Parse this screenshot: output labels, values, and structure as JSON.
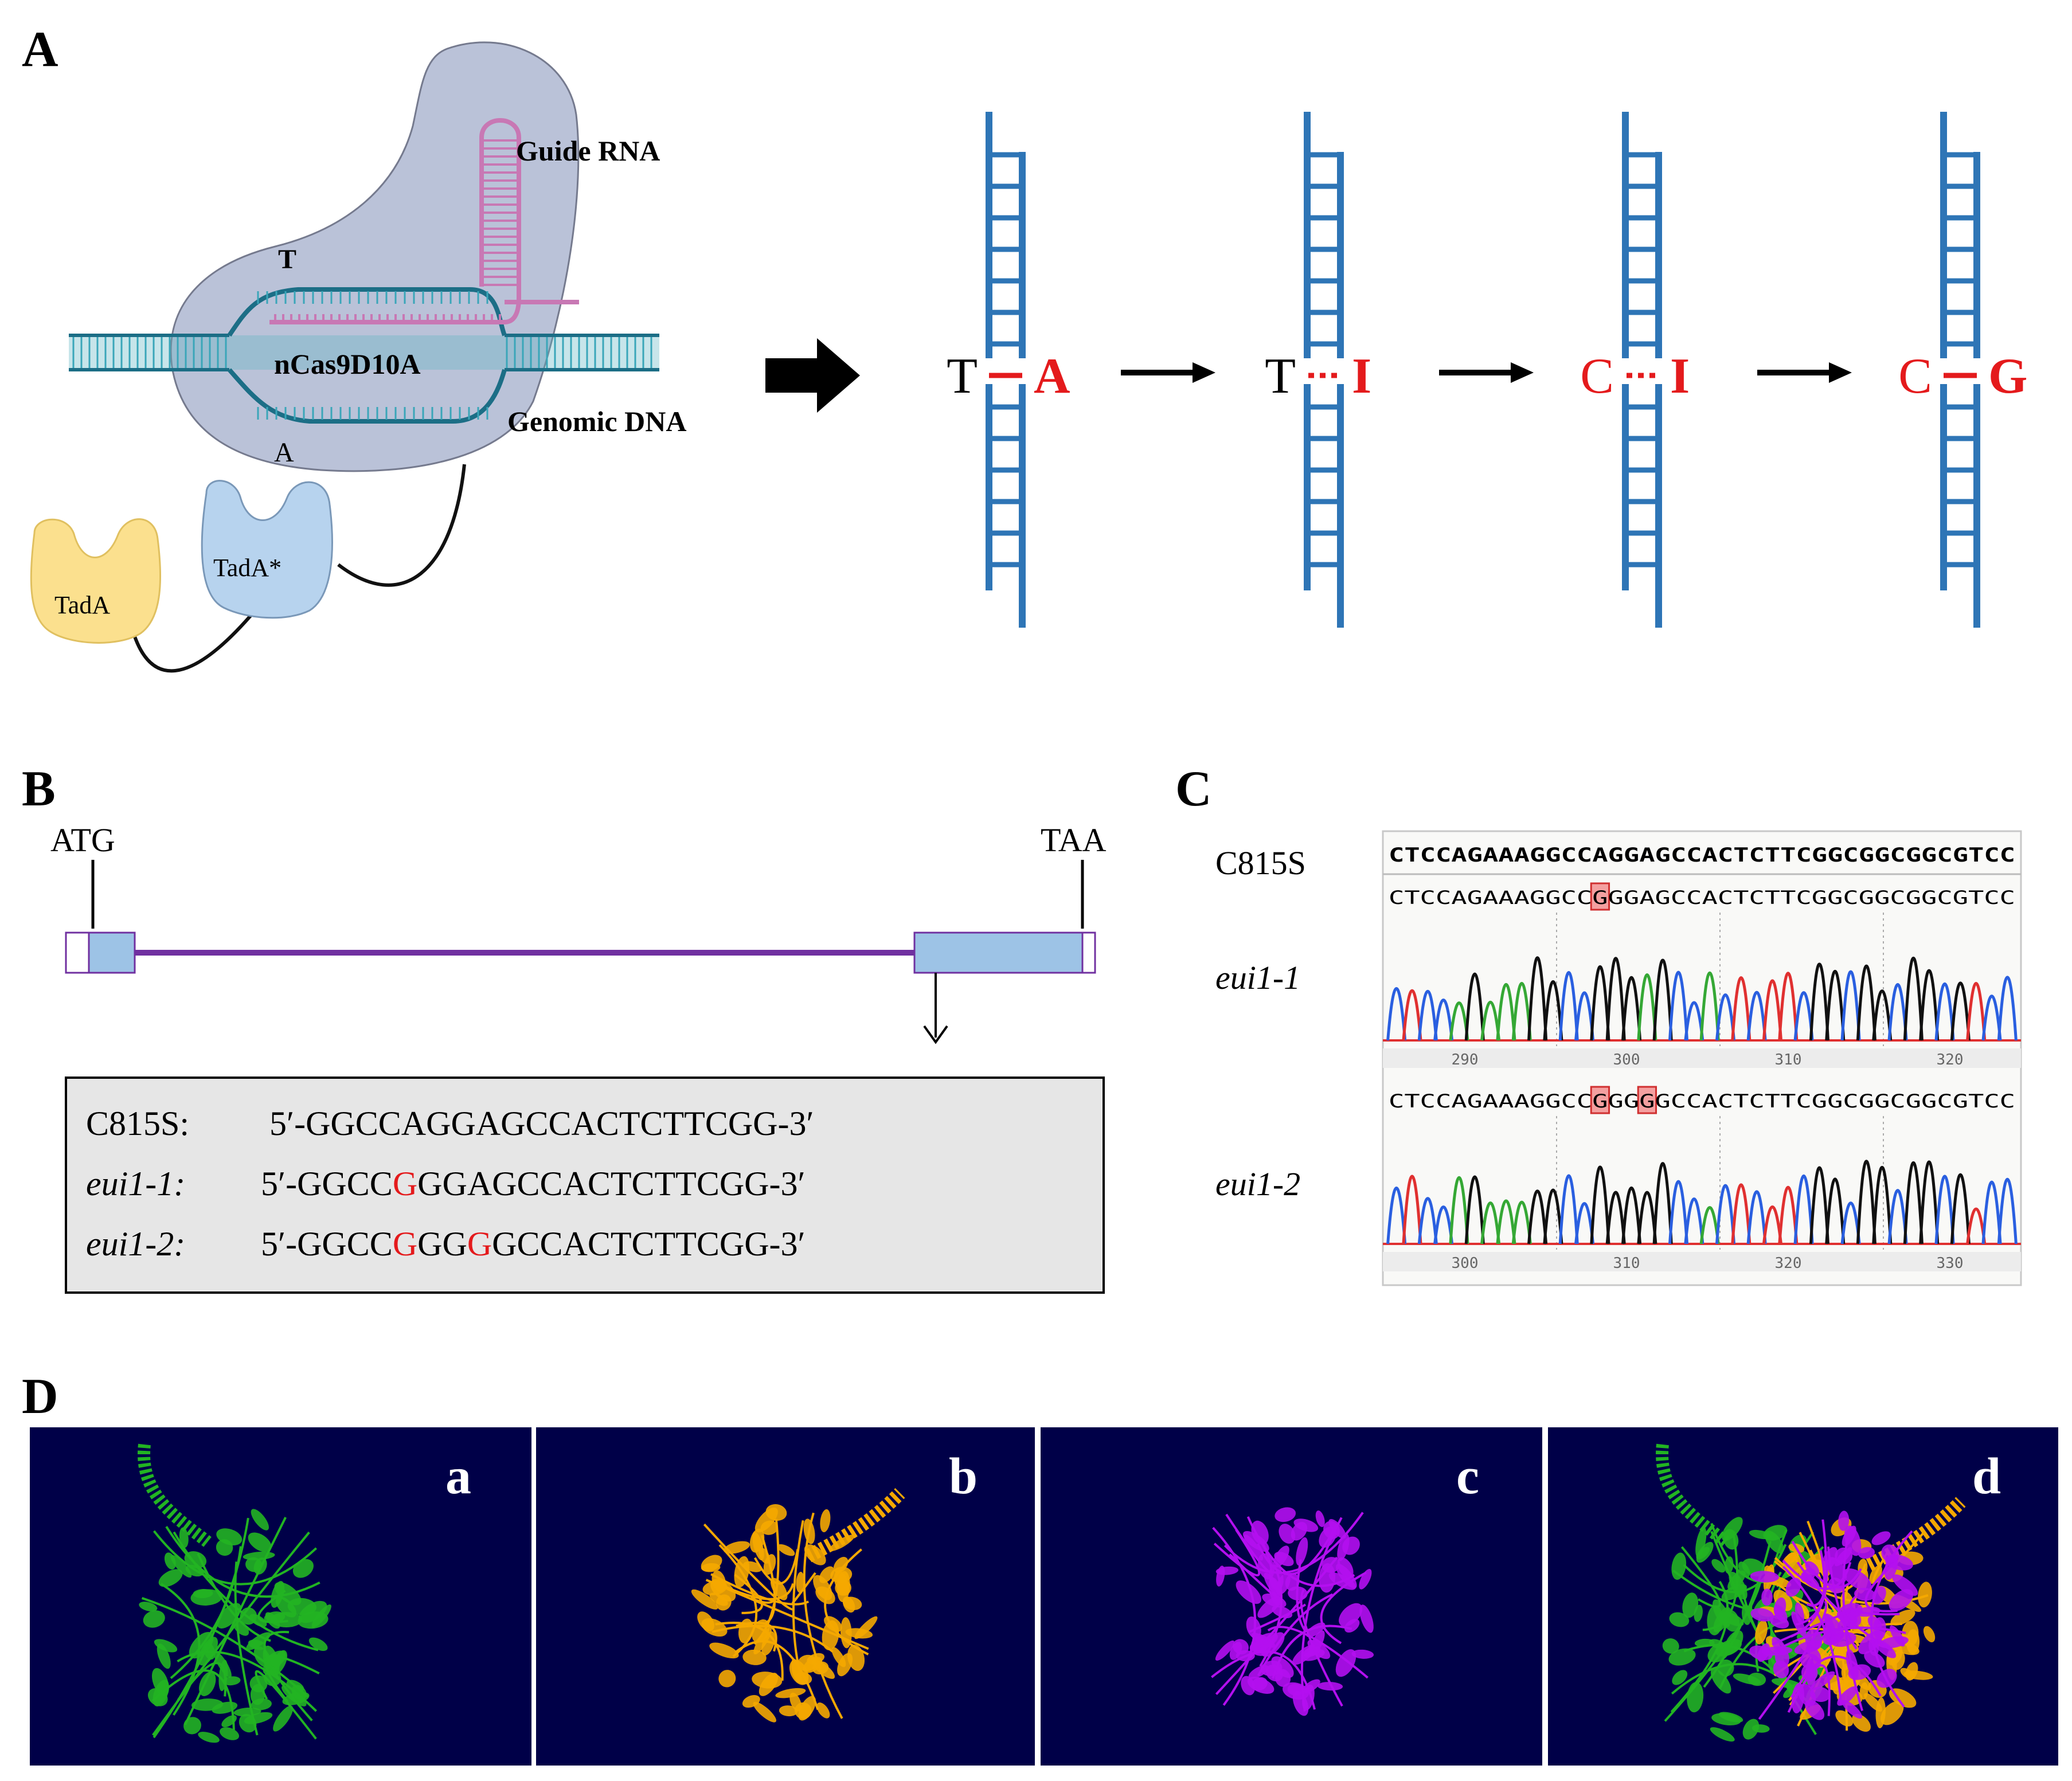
{
  "panels": {
    "A": "A",
    "B": "B",
    "C": "C",
    "D": "D"
  },
  "panelA": {
    "guide_rna": "Guide RNA",
    "t_label": "T",
    "ncas9": "nCas9D10A",
    "a_label": "A",
    "genomic_dna": "Genomic DNA",
    "tada": "TadA",
    "tada_star": "TadA*",
    "steps": [
      {
        "left": "T",
        "right": "A",
        "bond": "solid",
        "left_color": "#000000",
        "right_color": "#e41a1c"
      },
      {
        "left": "T",
        "right": "I",
        "bond": "dotted",
        "left_color": "#000000",
        "right_color": "#e41a1c"
      },
      {
        "left": "C",
        "right": "I",
        "bond": "dotted",
        "left_color": "#e41a1c",
        "right_color": "#e41a1c"
      },
      {
        "left": "C",
        "right": "G",
        "bond": "solid",
        "left_color": "#e41a1c",
        "right_color": "#e41a1c"
      }
    ]
  },
  "panelB": {
    "start_codon": "ATG",
    "stop_codon": "TAA",
    "rows": [
      {
        "name": "C815S:",
        "seq": [
          "5′-GGCCAGGAGCCACTCTTCGG-3′"
        ]
      },
      {
        "name": "eui1-1:",
        "seq": [
          "5′-GGCC",
          "G",
          "GGAGCCACTCTTCGG-3′"
        ]
      },
      {
        "name": "eui1-2:",
        "seq": [
          "5′-GGCC",
          "G",
          "GG",
          "G",
          "GCCACTCTTCGG-3′"
        ]
      }
    ]
  },
  "panelC": {
    "ref_label": "C815S",
    "ref_seq": "CTCCAGAAAGGCCAGGAGCCACTCTTCGGCGGCGGCGTCC",
    "tracks": [
      {
        "label": "eui1-1",
        "seq": "CTCCAGAAAGGCCGGGAGCCACTCTTCGGCGGCGGCGTCC",
        "ticks": [
          "290",
          "300",
          "310",
          "320"
        ]
      },
      {
        "label": "eui1-2",
        "seq": "CTCCAGAAAGGCCGGGGGCCACTCTTCGGCGGCGGCGTCC",
        "ticks": [
          "300",
          "310",
          "320",
          "330"
        ]
      }
    ]
  },
  "panelD": {
    "labels": [
      "a",
      "b",
      "c",
      "d"
    ],
    "colors": {
      "a": "#22b422",
      "b": "#f5a800",
      "c": "#b40ff0",
      "bg": "#000048"
    }
  },
  "colors": {
    "dna_blue": "#2e75b6",
    "red": "#e41a1c",
    "teal": "#3aa6b9",
    "pink": "#c878b4"
  }
}
